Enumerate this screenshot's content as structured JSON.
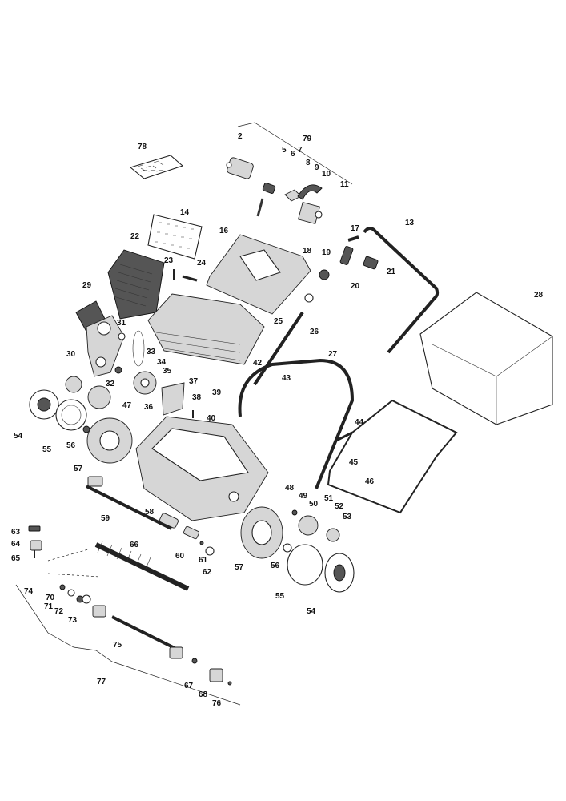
{
  "labels": {
    "p2": "2",
    "p5": "5",
    "p6": "6",
    "p7": "7",
    "p8": "8",
    "p9": "9",
    "p10": "10",
    "p11": "11",
    "p13": "13",
    "p14": "14",
    "p16": "16",
    "p17": "17",
    "p18": "18",
    "p19": "19",
    "p20": "20",
    "p21": "21",
    "p22": "22",
    "p23": "23",
    "p24": "24",
    "p25": "25",
    "p26": "26",
    "p27": "27",
    "p28": "28",
    "p29": "29",
    "p30": "30",
    "p31": "31",
    "p32": "32",
    "p33": "33",
    "p34": "34",
    "p35": "35",
    "p36": "36",
    "p37": "37",
    "p38": "38",
    "p39": "39",
    "p40": "40",
    "p42": "42",
    "p43": "43",
    "p44": "44",
    "p45": "45",
    "p46": "46",
    "p47": "47",
    "p48": "48",
    "p49": "49",
    "p50": "50",
    "p51": "51",
    "p52": "52",
    "p53": "53",
    "p54a": "54",
    "p54b": "54",
    "p55a": "55",
    "p55b": "55",
    "p56a": "56",
    "p56b": "56",
    "p57a": "57",
    "p57b": "57",
    "p58": "58",
    "p59": "59",
    "p60": "60",
    "p61": "61",
    "p62": "62",
    "p63": "63",
    "p64": "64",
    "p65": "65",
    "p66": "66",
    "p67": "67",
    "p68": "68",
    "p70": "70",
    "p71": "71",
    "p72": "72",
    "p73": "73",
    "p74": "74",
    "p75": "75",
    "p76": "76",
    "p77": "77",
    "p78": "78",
    "p79": "79"
  }
}
